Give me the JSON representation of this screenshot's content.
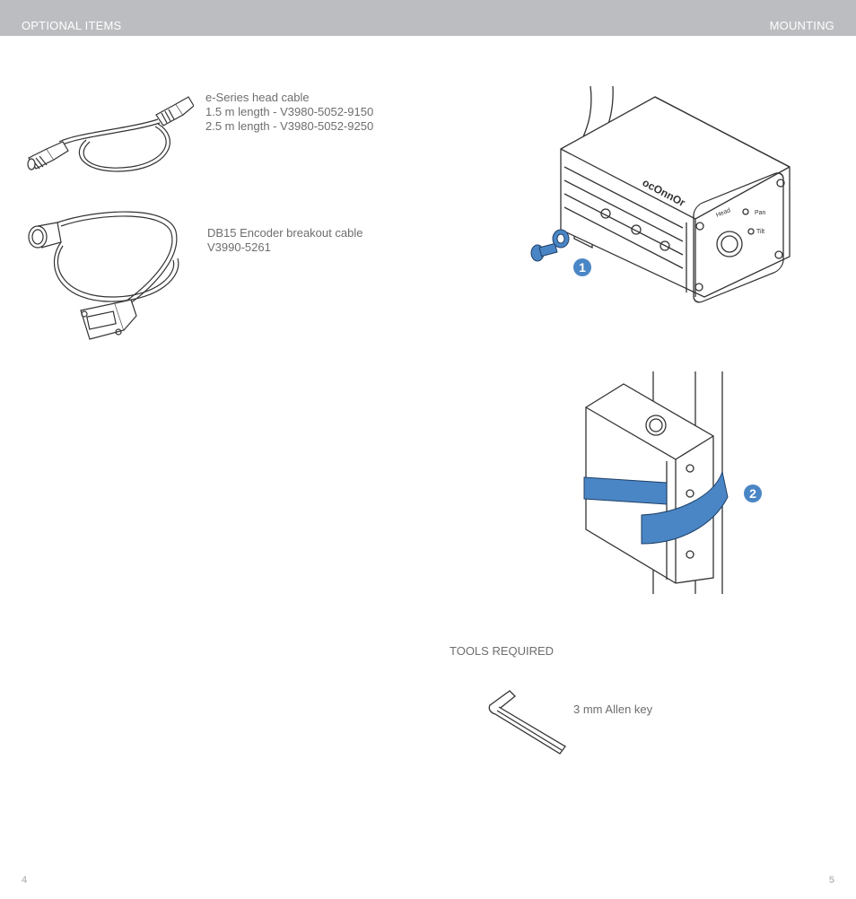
{
  "header": {
    "left_title": "OPTIONAL ITEMS",
    "right_title": "MOUNTING"
  },
  "optional_items": [
    {
      "icon": "head-cable-icon",
      "lines": [
        "e-Series head cable",
        "1.5 m length - V3980-5052-9150",
        "2.5 m length - V3980-5052-9250"
      ]
    },
    {
      "icon": "db15-cable-icon",
      "lines": [
        "DB15 Encoder breakout cable",
        "V3990-5261"
      ]
    }
  ],
  "mounting": {
    "steps": [
      {
        "number": "1",
        "icon": "screw-mount-illustration"
      },
      {
        "number": "2",
        "icon": "strap-mount-illustration"
      }
    ],
    "device_labels": {
      "brand": "ocOnnOr",
      "connector": "Head",
      "led_pan": "Pan",
      "led_tilt": "Tilt"
    },
    "accent_color": "#4a86c5"
  },
  "tools": {
    "title": "TOOLS REQUIRED",
    "items": [
      {
        "label": "3 mm Allen key",
        "icon": "allen-key-icon"
      }
    ]
  },
  "page_numbers": {
    "left": "4",
    "right": "5"
  }
}
